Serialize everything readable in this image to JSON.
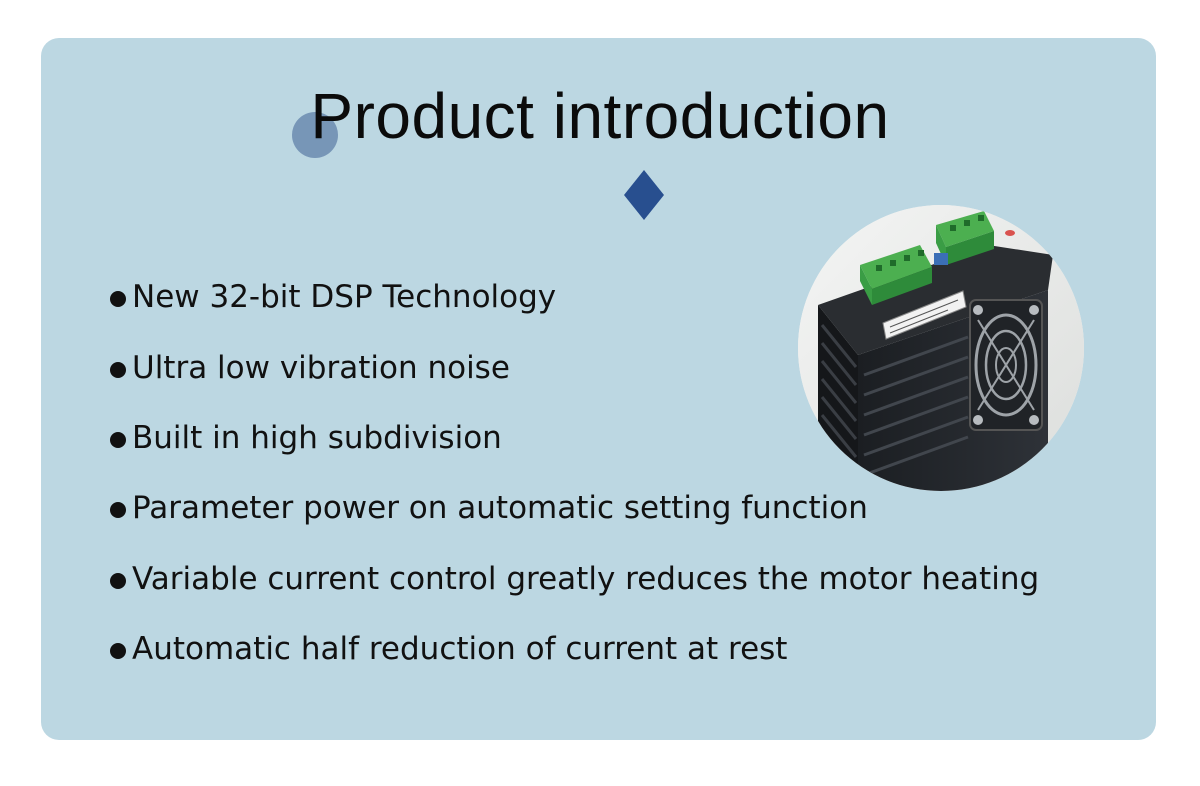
{
  "header": {
    "title": "Product introduction"
  },
  "features": [
    "New 32-bit DSP Technology",
    "Ultra low vibration noise",
    "Built in high subdivision",
    "Parameter power on automatic setting function",
    "Variable current control greatly reduces the motor heating",
    "Automatic half reduction of current at rest"
  ],
  "colors": {
    "card_background": "#bcd7e2",
    "diamond": "#284f8f",
    "deco_dot": "#6f8fb3",
    "text": "#111111"
  },
  "icons": {
    "title_accent": "circle-dot",
    "divider": "diamond-icon",
    "bullet": "bullet-dot-icon"
  }
}
